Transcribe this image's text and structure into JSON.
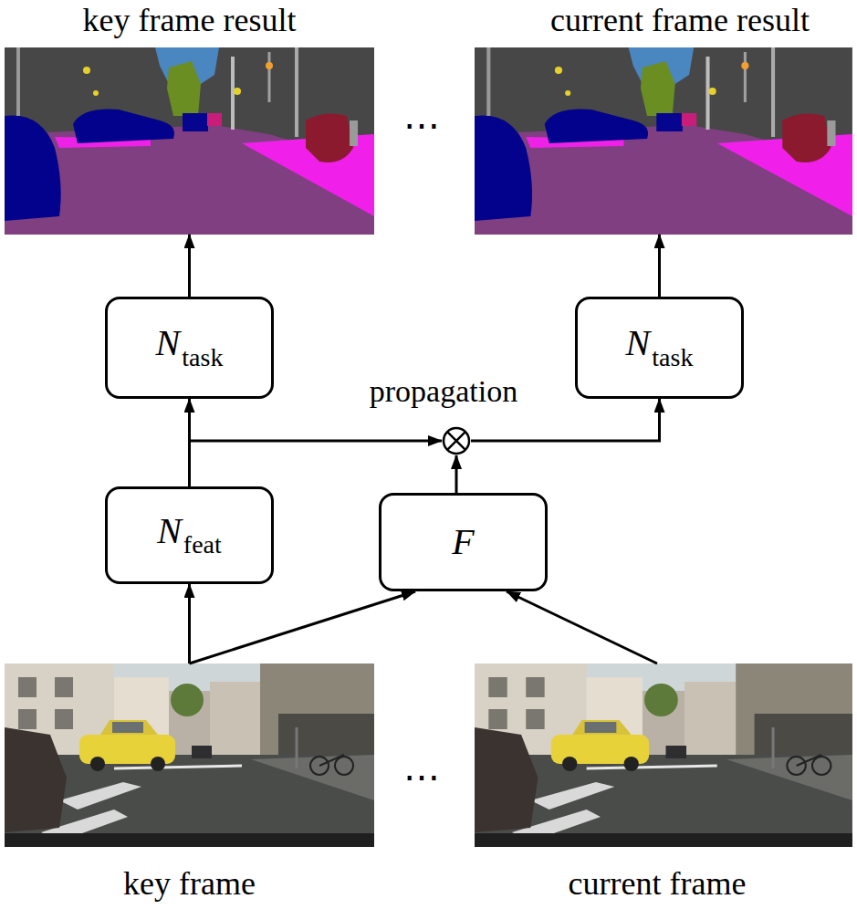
{
  "diagram": {
    "nodes": [
      {
        "text": [
          "key frame result"
        ]
      },
      {
        "text": [
          "current frame result"
        ]
      },
      {
        "text": [
          "N",
          "task"
        ]
      },
      {
        "text": [
          "propagation"
        ]
      },
      {
        "text": [
          "N",
          "task"
        ]
      },
      {
        "text": [
          "N",
          "feat"
        ]
      },
      {
        "text": [
          "F"
        ]
      },
      {
        "text": [
          "key frame"
        ]
      },
      {
        "text": [
          "current frame"
        ]
      }
    ],
    "edges": [
      {
        "from": 7,
        "to": 5,
        "arrow": "to"
      },
      {
        "from": 7,
        "to": 6,
        "arrow": "to"
      },
      {
        "from": 8,
        "to": 6,
        "arrow": "to"
      },
      {
        "from": 5,
        "to": 2,
        "arrow": "to"
      },
      {
        "from": 5,
        "to": 3,
        "arrow": "to"
      },
      {
        "from": 6,
        "to": 3,
        "arrow": "to"
      },
      {
        "from": 3,
        "to": 4,
        "arrow": "to"
      },
      {
        "from": 2,
        "to": 0,
        "arrow": "to"
      },
      {
        "from": 4,
        "to": 1,
        "arrow": "to"
      }
    ],
    "labels": [
      "⋯",
      "⋯"
    ]
  }
}
